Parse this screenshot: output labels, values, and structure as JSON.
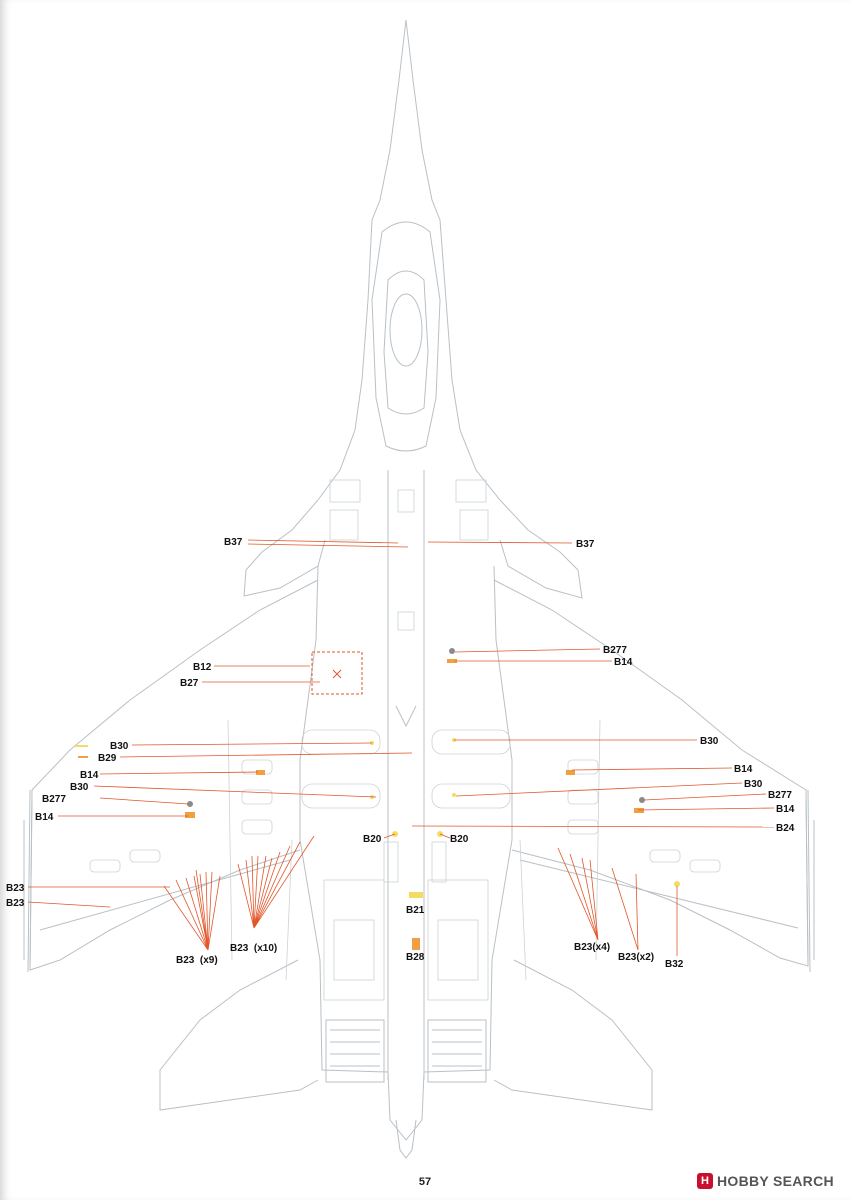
{
  "page_number": "57",
  "watermark": {
    "logo": "H",
    "text": "HOBBY SEARCH"
  },
  "callouts": [
    {
      "id": "b37-left",
      "text": "B37"
    },
    {
      "id": "b37-right",
      "text": "B37"
    },
    {
      "id": "b277-top",
      "text": "B277"
    },
    {
      "id": "b14-top",
      "text": "B14"
    },
    {
      "id": "b12",
      "text": "B12"
    },
    {
      "id": "b27",
      "text": "B27"
    },
    {
      "id": "b30-l1",
      "text": "B30"
    },
    {
      "id": "b29",
      "text": "B29"
    },
    {
      "id": "b14-l1",
      "text": "B14"
    },
    {
      "id": "b30-l2",
      "text": "B30"
    },
    {
      "id": "b277-left",
      "text": "B277"
    },
    {
      "id": "b14-l2",
      "text": "B14"
    },
    {
      "id": "b30-r1",
      "text": "B30"
    },
    {
      "id": "b14-r1",
      "text": "B14"
    },
    {
      "id": "b30-r2",
      "text": "B30"
    },
    {
      "id": "b277-right",
      "text": "B277"
    },
    {
      "id": "b14-r2",
      "text": "B14"
    },
    {
      "id": "b24",
      "text": "B24"
    },
    {
      "id": "b20-left",
      "text": "B20"
    },
    {
      "id": "b20-right",
      "text": "B20"
    },
    {
      "id": "b23-a",
      "text": "B23"
    },
    {
      "id": "b23-b",
      "text": "B23"
    },
    {
      "id": "b21",
      "text": "B21"
    },
    {
      "id": "b28",
      "text": "B28"
    },
    {
      "id": "b23x9",
      "text": "B23  (x9)"
    },
    {
      "id": "b23x10",
      "text": "B23  (x10)"
    },
    {
      "id": "b23x4",
      "text": "B23(x4)"
    },
    {
      "id": "b23x2",
      "text": "B23(x2)"
    },
    {
      "id": "b32",
      "text": "B32"
    }
  ],
  "colors": {
    "outline": "#b9c0c6",
    "detail": "#ccd2d6",
    "leader": "#e2562a",
    "marker_orange": "#f0a040",
    "marker_yellow": "#f3dc64",
    "marker_gray": "#8a8a8a"
  }
}
